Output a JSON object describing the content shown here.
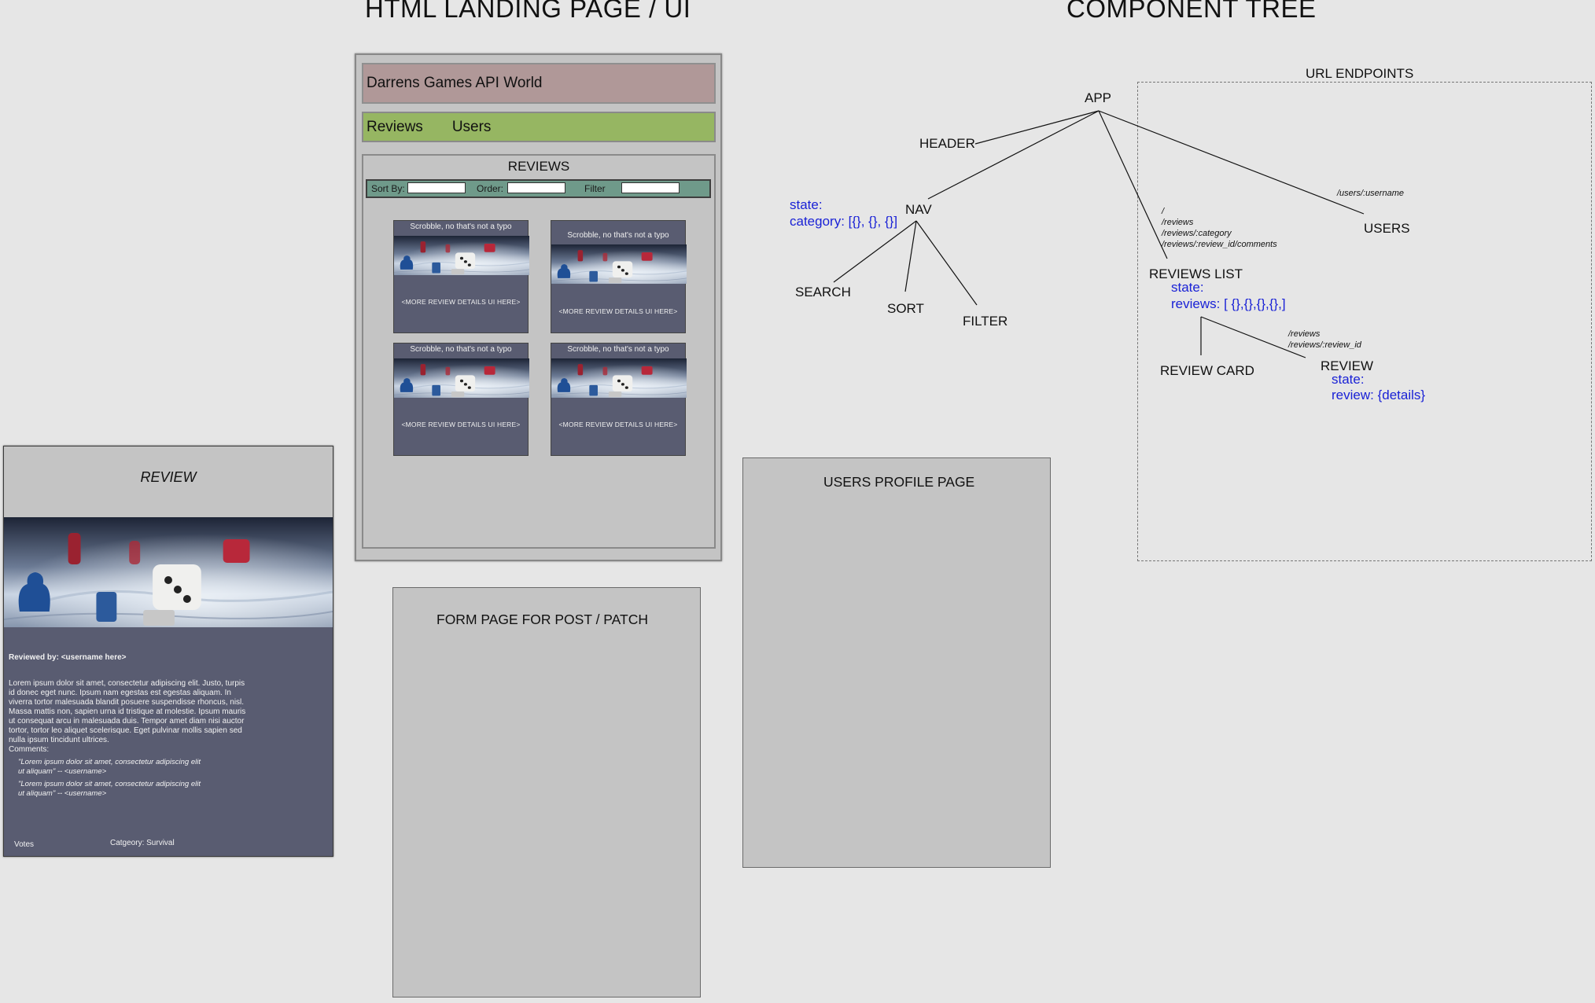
{
  "headings": {
    "landing": "HTML LANDING PAGE / UI",
    "tree": "COMPONENT TREE"
  },
  "landing_mock": {
    "header_title": "Darrens Games API World",
    "nav": [
      "Reviews",
      "Users"
    ],
    "panel_title": "REVIEWS",
    "toolbar": {
      "sort_label": "Sort By:",
      "order_label": "Order:",
      "filter_label": "Filter"
    },
    "cards": [
      {
        "title": "Scrobble, no that's not a typo",
        "more": "<MORE REVIEW DETAILS UI HERE>"
      },
      {
        "title": "Scrobble, no that's not a typo",
        "more": "<MORE REVIEW DETAILS UI HERE>"
      },
      {
        "title": "Scrobble, no that's not a typo",
        "more": "<MORE REVIEW DETAILS UI HERE>"
      },
      {
        "title": "Scrobble, no that's not a typo",
        "more": "<MORE REVIEW DETAILS UI HERE>"
      }
    ]
  },
  "form_page": {
    "title": "FORM PAGE FOR POST / PATCH"
  },
  "users_page": {
    "title": "USERS PROFILE PAGE"
  },
  "review_page": {
    "header": "REVIEW",
    "reviewed_by": "Reviewed by: <username here>",
    "body": [
      "Lorem ipsum dolor sit amet, consectetur adipiscing elit. Justo, turpis",
      "id donec eget nunc. Ipsum nam egestas est egestas aliquam. In",
      "viverra tortor malesuada blandit posuere suspendisse rhoncus, nisl.",
      "Massa mattis non, sapien urna id tristique at molestie. Ipsum mauris",
      "ut consequat arcu in malesuada duis. Tempor amet diam nisi auctor",
      "tortor, tortor leo aliquet scelerisque. Eget pulvinar mollis sapien sed",
      "nulla ipsum tincidunt ultrices."
    ],
    "comments_label": "Comments:",
    "comments": [
      {
        "line1": "\"Lorem ipsum dolor sit amet, consectetur adipiscing elit",
        "line2": "ut aliquam\" -- <username>"
      },
      {
        "line1": "\"Lorem ipsum dolor sit amet, consectetur adipiscing elit",
        "line2": "ut aliquam\" -- <username>"
      }
    ],
    "votes": "Votes",
    "category": "Catgeory: Survival"
  },
  "component_tree": {
    "app": "APP",
    "header": "HEADER",
    "nav": "NAV",
    "nav_state_1": "state:",
    "nav_state_2": "category: [{}, {}, {}]",
    "search": "SEARCH",
    "sort": "SORT",
    "filter": "FILTER",
    "reviews_list": "REVIEWS LIST",
    "reviews_list_state_1": "state:",
    "reviews_list_state_2": "reviews: [ {},{},{},{},]",
    "review_card": "REVIEW CARD",
    "review": "REVIEW",
    "review_state_1": "state:",
    "review_state_2": "review: {details}",
    "users": "USERS",
    "url_endpoints_title": "URL ENDPOINTS",
    "endpoints_users": "/users/:username",
    "endpoints_reviews_list": [
      "/",
      "/reviews",
      "/reviews/:category",
      "/reviews/:review_id/comments"
    ],
    "endpoints_review": [
      "/reviews",
      "/reviews/:review_id"
    ]
  },
  "colors": {
    "background": "#e6e6e6",
    "mock_gray": "#c4c4c4",
    "header_rose": "#b09898",
    "nav_green": "#96b662",
    "toolbar_teal": "#6f9a8a",
    "card_slate": "#595c71",
    "state_blue": "#1a22d6"
  },
  "icons": {
    "card_image": "board-game-dice-image"
  }
}
